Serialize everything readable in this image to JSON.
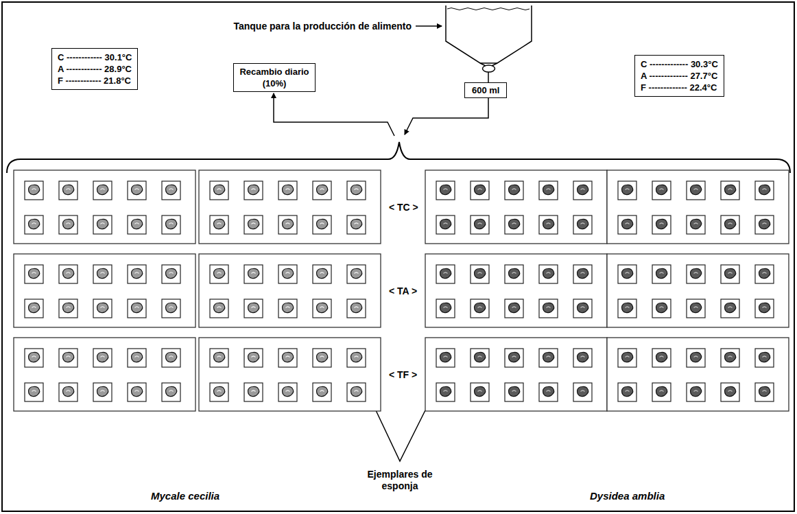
{
  "diagram": {
    "nodes": [
      {
        "text": [
          "C ------------ 30.1°C",
          "A ------------ 28.9°C",
          "F ------------ 21.8°C"
        ]
      },
      {
        "text": [
          "Recambio diario (10%)"
        ]
      },
      {
        "text": [
          "600 ml"
        ]
      },
      {
        "text": [
          "C ------------- 30.3°C",
          "A ------------- 27.7°C",
          "F ------------- 22.4°C"
        ]
      }
    ],
    "labels": [
      "Tanque para la producción de alimento",
      "< TC >",
      "< TA >",
      "< TF >",
      "Mycale cecilia",
      "Ejemplares de esponja",
      "Dysidea amblia"
    ]
  }
}
